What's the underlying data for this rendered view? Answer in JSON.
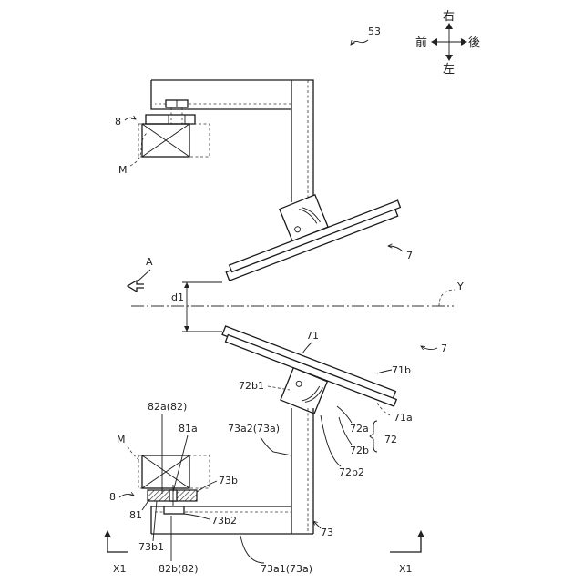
{
  "figure": {
    "number": "53",
    "direction": {
      "up": "右",
      "left": "前",
      "right": "後",
      "down": "左"
    }
  },
  "labels": {
    "unit_top": "8",
    "motor_top": "M",
    "robot_top": "7",
    "arrow_a": "A",
    "d1": "d1",
    "axis_y": "Y",
    "part_71": "71",
    "robot_bottom": "7",
    "part_71b": "71b",
    "part_72b1": "72b1",
    "part_71a": "71a",
    "part_72a": "72a",
    "part_72": "72",
    "part_72b": "72b",
    "part_72b2": "72b2",
    "part_82a": "82a(82)",
    "part_81a": "81a",
    "part_73a2": "73a2(73a)",
    "motor_bottom": "M",
    "part_73b": "73b",
    "unit_bottom": "8",
    "part_81": "81",
    "part_73b2": "73b2",
    "part_73": "73",
    "part_73b1": "73b1",
    "part_82b": "82b(82)",
    "part_73a1": "73a1(73a)",
    "view_left": "X1",
    "view_right": "X1"
  }
}
